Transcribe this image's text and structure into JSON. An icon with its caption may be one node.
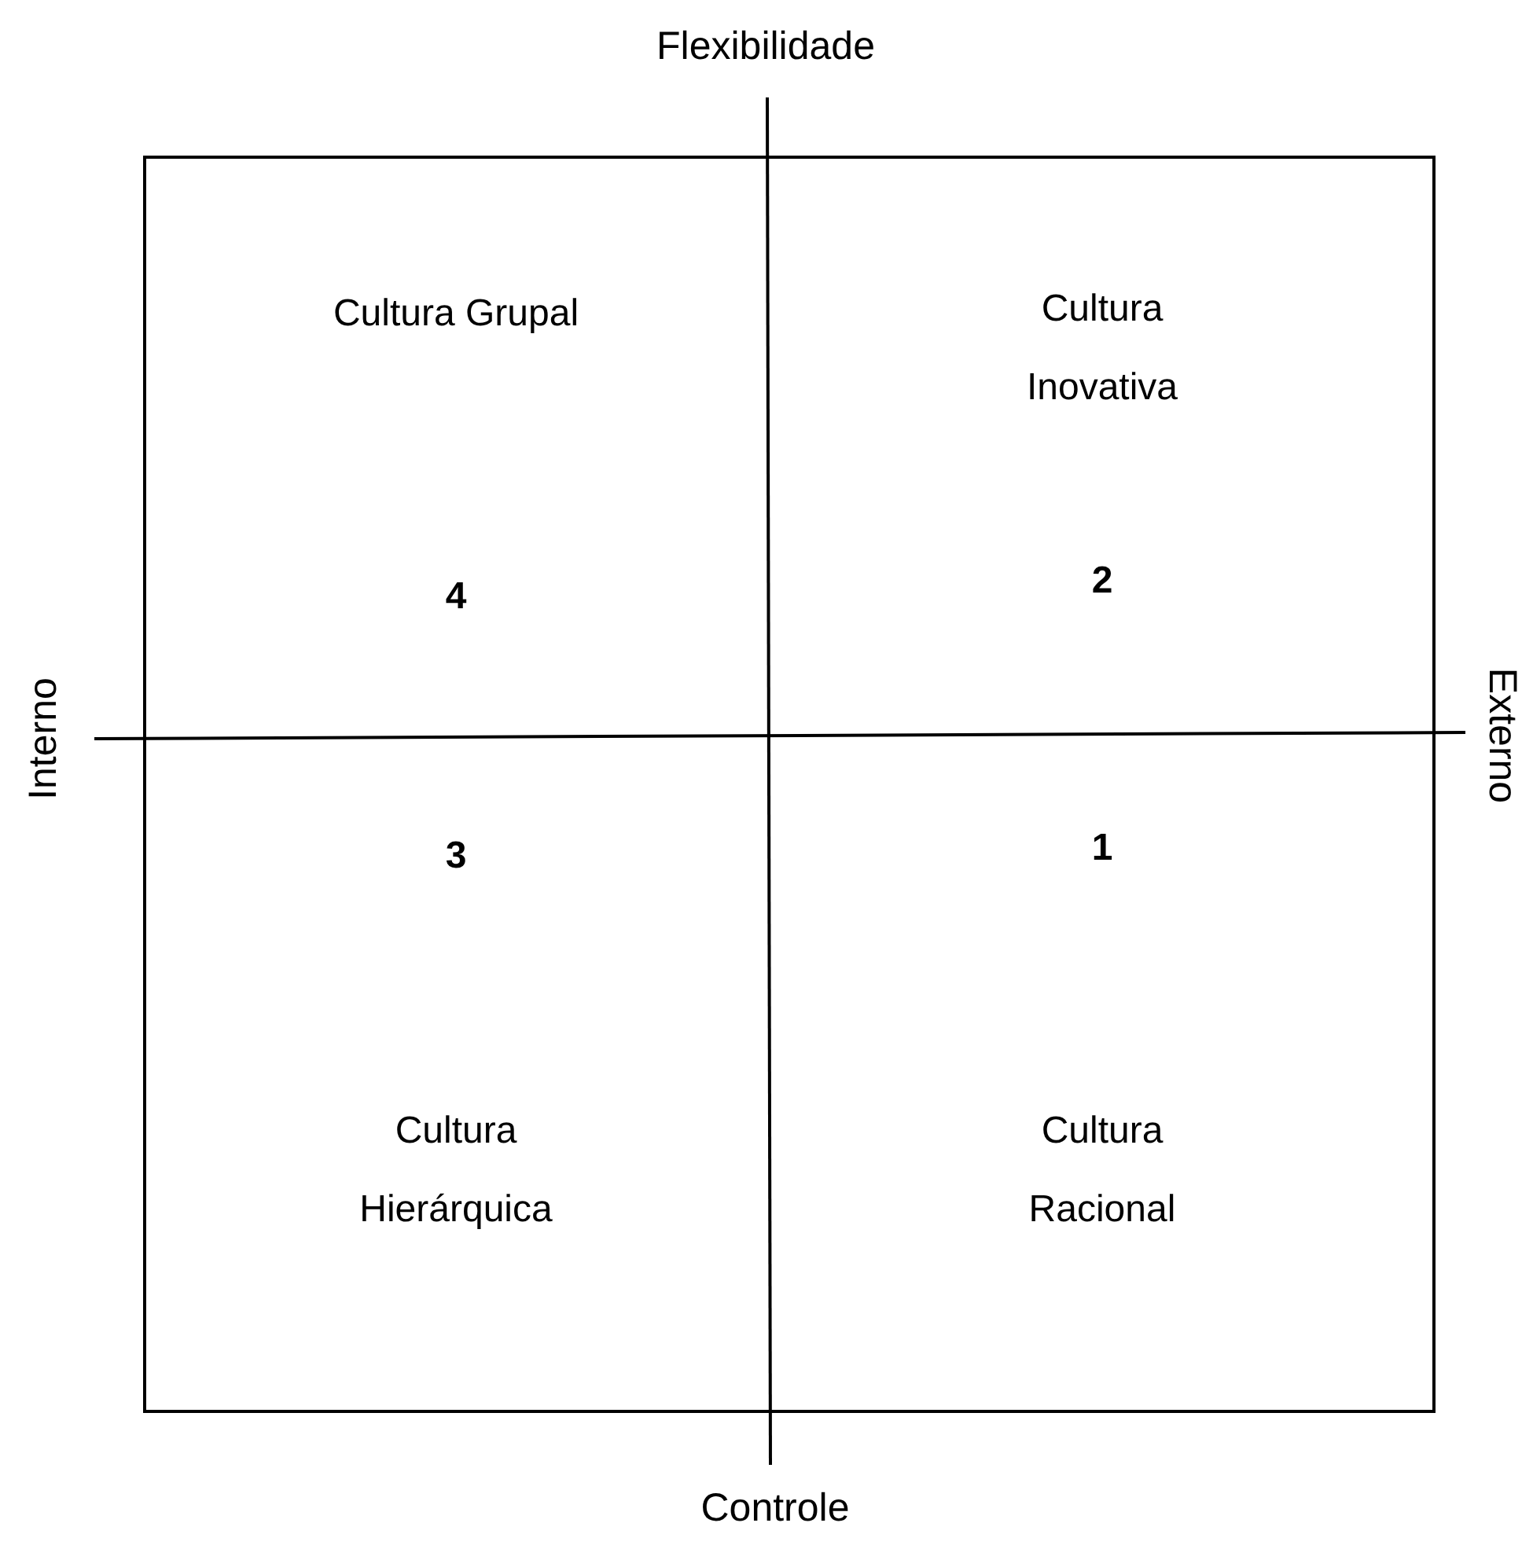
{
  "diagram": {
    "nodes": [
      {
        "text": [
          "Cultura Grupal",
          "4"
        ]
      },
      {
        "text": [
          "Cultura Inovativa",
          "2"
        ]
      },
      {
        "text": [
          "3",
          "Cultura Hierárquica"
        ]
      },
      {
        "text": [
          "1",
          "Cultura Racional"
        ]
      }
    ],
    "labels": [
      "Flexibilidade",
      "Interno",
      "Externo",
      "Controle"
    ]
  }
}
